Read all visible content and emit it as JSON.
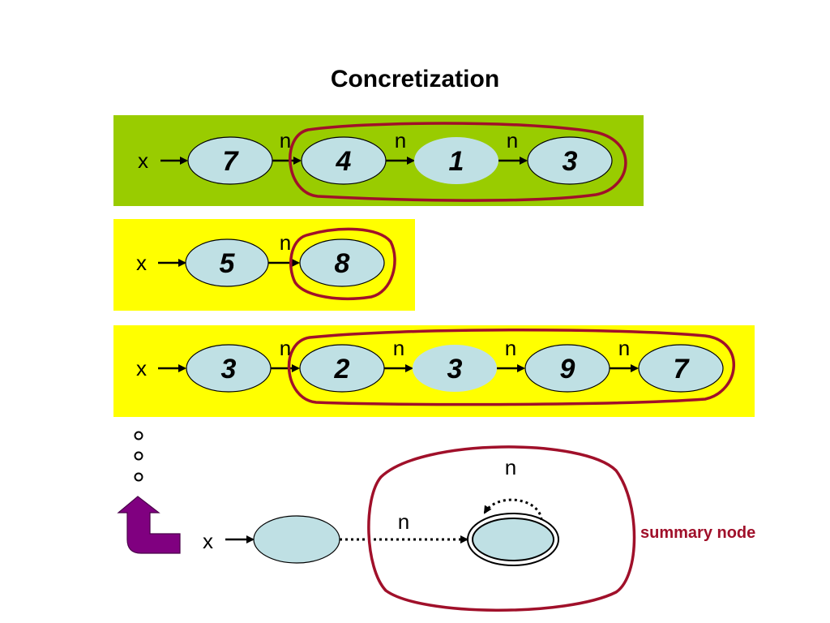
{
  "title": "Concretization",
  "colors": {
    "green_band": "#99cc00",
    "yellow_band": "#ffff00",
    "node_fill": "#bfe0e4",
    "highlight_outline": "#a0102a",
    "arrow_up": "#800080"
  },
  "rows": [
    {
      "variable": "x",
      "nodes": [
        "7",
        "4",
        "1",
        "3"
      ],
      "edge_labels": [
        "n",
        "n",
        "n"
      ]
    },
    {
      "variable": "x",
      "nodes": [
        "5",
        "8"
      ],
      "edge_labels": [
        "n"
      ]
    },
    {
      "variable": "x",
      "nodes": [
        "3",
        "2",
        "3",
        "9",
        "7"
      ],
      "edge_labels": [
        "n",
        "n",
        "n",
        "n"
      ]
    }
  ],
  "abstract": {
    "variable": "x",
    "edge_label": "n",
    "self_loop_label": "n",
    "summary_label": "summary node"
  }
}
